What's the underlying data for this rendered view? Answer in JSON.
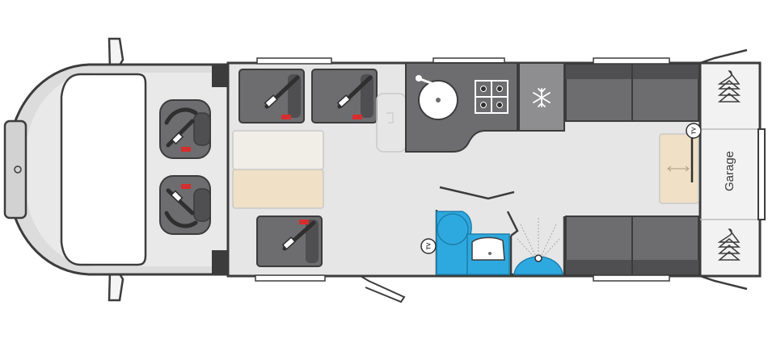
{
  "plan": {
    "garage_label": "Garage",
    "tv_labels": [
      "TV",
      "TV"
    ]
  },
  "icons": {
    "fridge": "snowflake-icon",
    "wardrobe": "clothes-hanger-icon",
    "sink": "sink-icon",
    "hob": "gas-hob-icon",
    "shower": "shower-icon",
    "toilet": "toilet-icon",
    "seatbelt": "seatbelt-icon"
  },
  "colors": {
    "floor": "#e6e6e6",
    "wall": "#3c3c3c",
    "upholstery": "#6d6d6f",
    "upholstery_dark": "#4f4f51",
    "bathroom": "#2ea9e0",
    "bed": "#efe0c6",
    "table": "#f1eee8",
    "seatbelt_red": "#d62e2e"
  }
}
